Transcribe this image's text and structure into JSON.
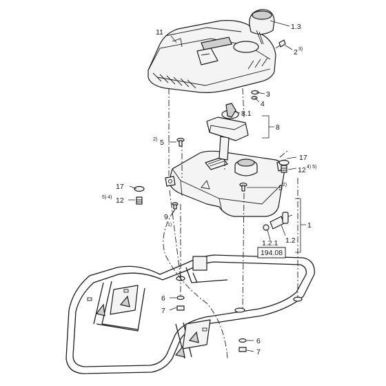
{
  "callouts": [
    {
      "text": "11"
    },
    {
      "text": "1.3"
    },
    {
      "text": "2",
      "sup": "3)"
    },
    {
      "text": "3"
    },
    {
      "text": "4"
    },
    {
      "text": "8.1"
    },
    {
      "text": "8"
    },
    {
      "text": "5",
      "pre": "2)"
    },
    {
      "text": "17"
    },
    {
      "text": "12",
      "sup": "4) 5)"
    },
    {
      "text": "17"
    },
    {
      "text": "12",
      "pre": "5) 4)"
    },
    {
      "text": "5",
      "sup": "2)"
    },
    {
      "text": "9"
    },
    {
      "text": "1)"
    },
    {
      "text": "1"
    },
    {
      "text": "1.2.1"
    },
    {
      "text": "1.2"
    },
    {
      "text": "6"
    },
    {
      "text": "7"
    },
    {
      "text": "6"
    },
    {
      "text": "7"
    }
  ],
  "reference_box": {
    "text": "194.08"
  }
}
